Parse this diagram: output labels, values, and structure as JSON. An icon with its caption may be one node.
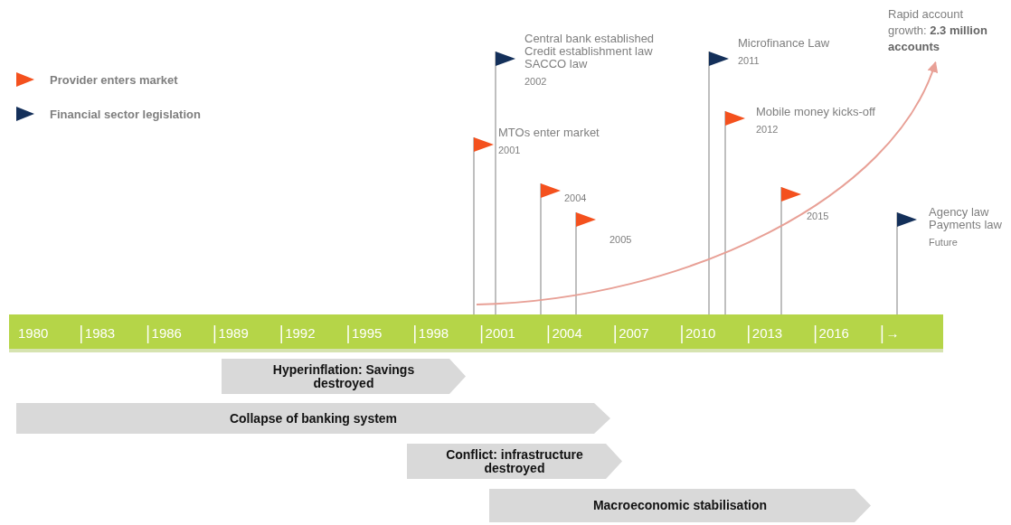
{
  "diagram": {
    "nodes": [
      {
        "text": [
          "Rapid account growth: **2.3 million accounts**"
        ]
      },
      {
        "text": [
          "Central bank established",
          "Credit establishment law",
          "SACCO law",
          "2002"
        ]
      },
      {
        "text": [
          "Microfinance Law",
          "2011"
        ]
      },
      {
        "text": [
          "Mobile money kicks-off",
          "2012"
        ]
      },
      {
        "text": [
          "MTOs enter market",
          "2001"
        ]
      },
      {
        "text": [
          "2004"
        ]
      },
      {
        "text": [
          "2015"
        ]
      },
      {
        "text": [
          "2005"
        ]
      },
      {
        "text": [
          "Agency law",
          "Payments law",
          "Future"
        ]
      },
      {
        "text": [
          "Hyperinflation: Savings destroyed"
        ]
      },
      {
        "text": [
          "Collapse of banking system"
        ]
      },
      {
        "text": [
          "Conflict: infrastructure destroyed"
        ]
      },
      {
        "text": [
          "Macroeconomic stabilisation"
        ]
      }
    ],
    "edges": [
      {
        "from": 4,
        "to": 0,
        "arrow": "to",
        "color": "#e8a096"
      }
    ],
    "labels": [
      "1980",
      "1983",
      "1986",
      "1989",
      "1992",
      "1995",
      "1998",
      "2001",
      "2004",
      "2007",
      "2010",
      "2013",
      "2016",
      "→"
    ],
    "legend": [
      {
        "text": "Provider enters market",
        "color": "#f4511e"
      },
      {
        "text": "Financial sector legislation",
        "color": "#14305a"
      }
    ]
  }
}
